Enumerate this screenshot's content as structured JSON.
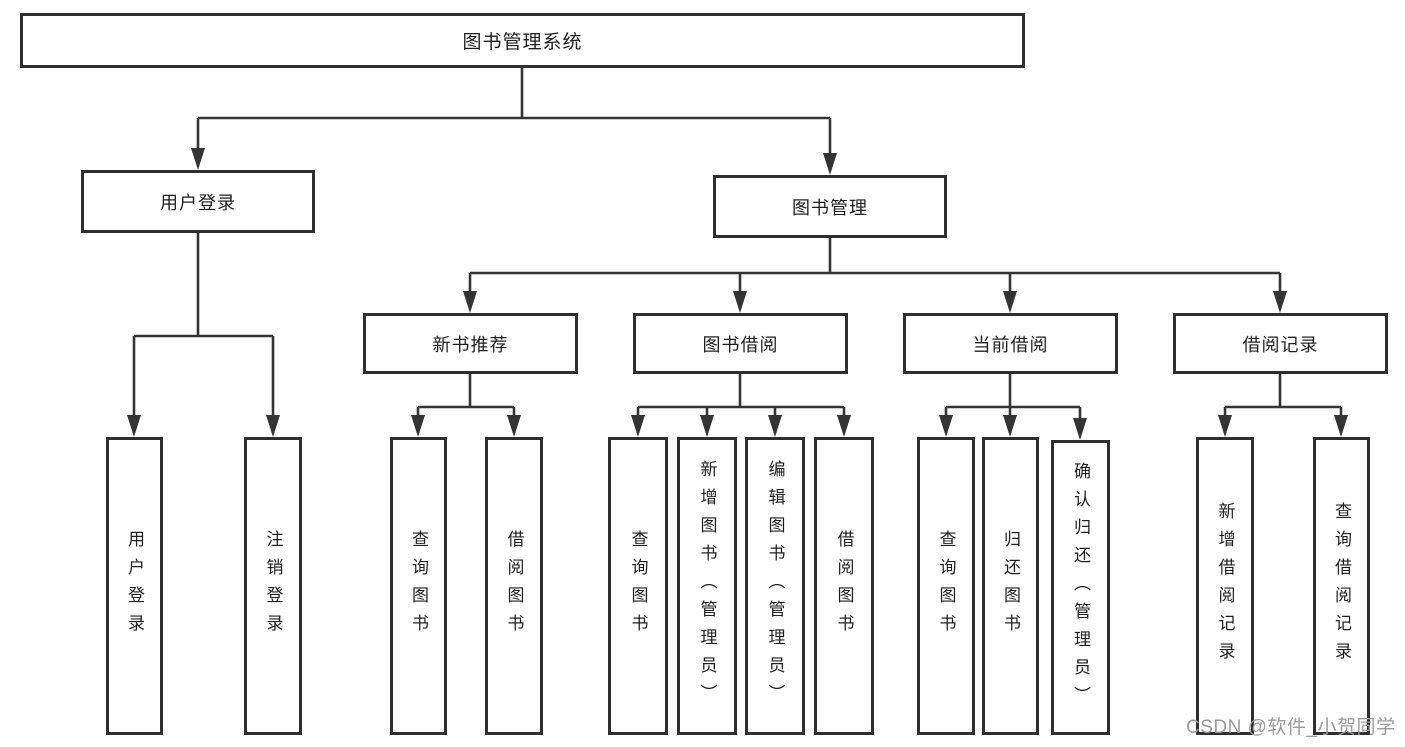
{
  "tree": {
    "label": "图书管理系统",
    "children": [
      {
        "label": "用户登录",
        "children": [
          {
            "label": "用户登录"
          },
          {
            "label": "注销登录"
          }
        ]
      },
      {
        "label": "图书管理",
        "children": [
          {
            "label": "新书推荐",
            "children": [
              {
                "label": "查询图书"
              },
              {
                "label": "借阅图书"
              }
            ]
          },
          {
            "label": "图书借阅",
            "children": [
              {
                "label": "查询图书"
              },
              {
                "label": "新增图书（管理员）"
              },
              {
                "label": "编辑图书（管理员）"
              },
              {
                "label": "借阅图书"
              }
            ]
          },
          {
            "label": "当前借阅",
            "children": [
              {
                "label": "查询图书"
              },
              {
                "label": "归还图书"
              },
              {
                "label": "确认归还（管理员）"
              }
            ]
          },
          {
            "label": "借阅记录",
            "children": [
              {
                "label": "新增借阅记录"
              },
              {
                "label": "查询借阅记录"
              }
            ]
          }
        ]
      }
    ]
  },
  "watermark": "CSDN @软件_小贺同学",
  "colors": {
    "line": "#343434",
    "box_border": "#2f2f2f",
    "text": "#1f1f1f",
    "watermark_text": "#9b9b9b",
    "background": "#ffffff"
  }
}
